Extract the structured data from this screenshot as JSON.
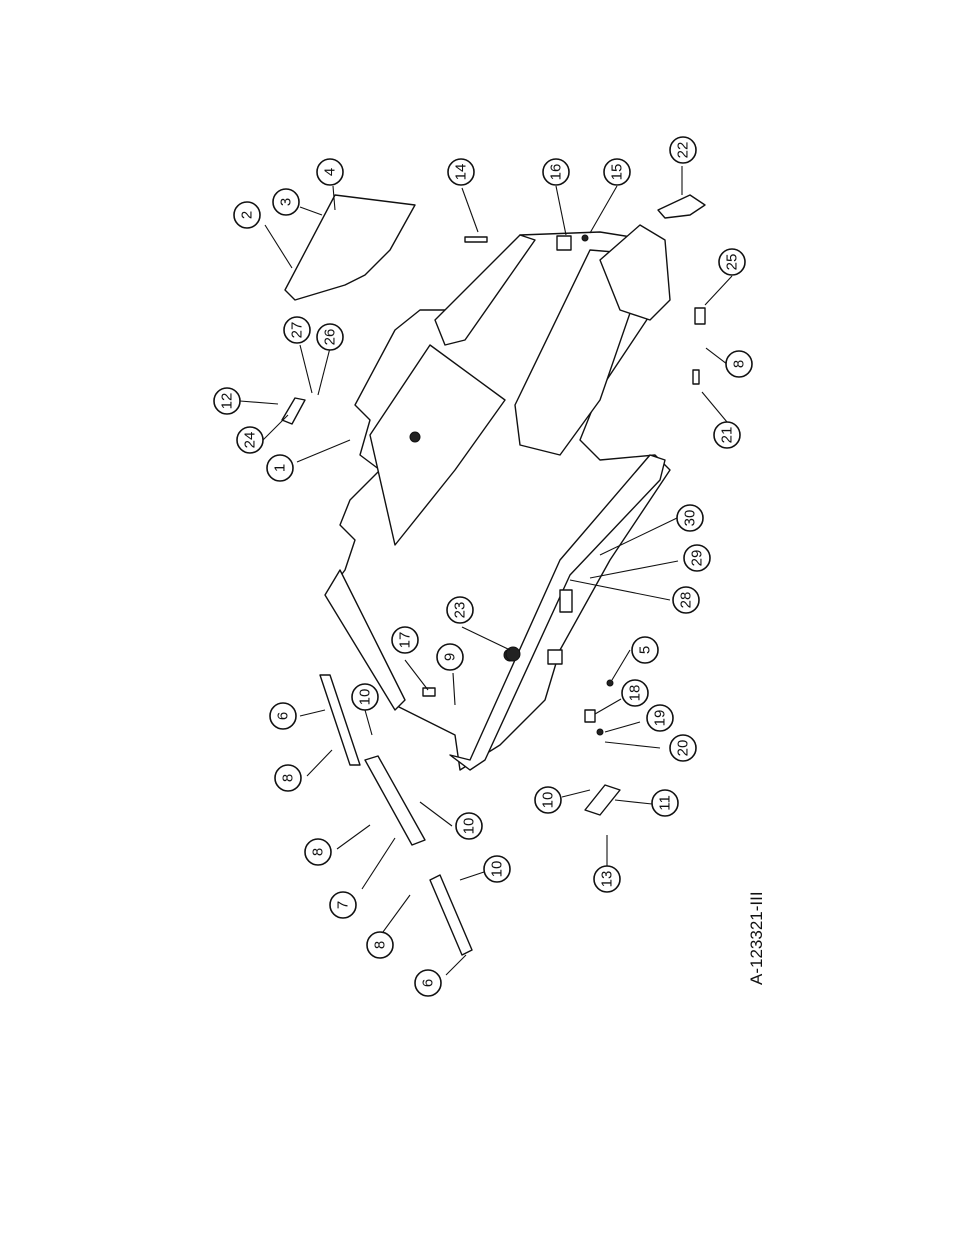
{
  "figure": {
    "id": "A-123321-III",
    "callouts": [
      {
        "label": "1"
      },
      {
        "label": "2"
      },
      {
        "label": "3"
      },
      {
        "label": "4"
      },
      {
        "label": "5"
      },
      {
        "label": "6"
      },
      {
        "label": "6"
      },
      {
        "label": "7"
      },
      {
        "label": "8"
      },
      {
        "label": "8"
      },
      {
        "label": "8"
      },
      {
        "label": "8"
      },
      {
        "label": "9"
      },
      {
        "label": "10"
      },
      {
        "label": "10"
      },
      {
        "label": "10"
      },
      {
        "label": "10"
      },
      {
        "label": "11"
      },
      {
        "label": "12"
      },
      {
        "label": "13"
      },
      {
        "label": "14"
      },
      {
        "label": "15"
      },
      {
        "label": "16"
      },
      {
        "label": "17"
      },
      {
        "label": "18"
      },
      {
        "label": "19"
      },
      {
        "label": "20"
      },
      {
        "label": "21"
      },
      {
        "label": "22"
      },
      {
        "label": "23"
      },
      {
        "label": "24"
      },
      {
        "label": "25"
      },
      {
        "label": "26"
      },
      {
        "label": "27"
      },
      {
        "label": "28"
      },
      {
        "label": "29"
      },
      {
        "label": "30"
      }
    ]
  }
}
